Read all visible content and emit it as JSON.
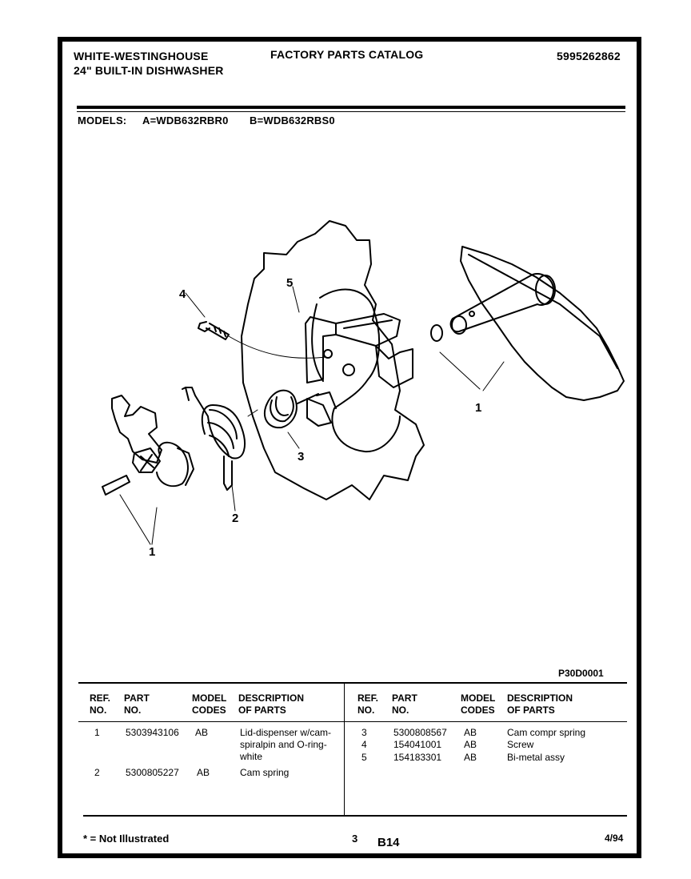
{
  "header": {
    "brand": "WHITE-WESTINGHOUSE",
    "product": "24\" BUILT-IN DISHWASHER",
    "catalog_title": "FACTORY PARTS CATALOG",
    "catalog_number": "5995262862"
  },
  "models": {
    "label": "MODELS:",
    "model_a": "A=WDB632RBR0",
    "model_b": "B=WDB632RBS0"
  },
  "diagram": {
    "callouts": [
      "5",
      "4",
      "1",
      "3",
      "2",
      "1"
    ],
    "figure_code": "P30D0001"
  },
  "table": {
    "headers": {
      "ref": "REF.\nNO.",
      "part": "PART\nNO.",
      "model": "MODEL\nCODES",
      "desc": "DESCRIPTION\nOF PARTS"
    },
    "left_rows": [
      {
        "ref": "1",
        "part": "5303943106",
        "codes": "AB",
        "desc": "Lid-dispenser w/cam-spiralpin and O-ring-white"
      },
      {
        "ref": "2",
        "part": "5300805227",
        "codes": "AB",
        "desc": "Cam spring"
      }
    ],
    "right_rows": [
      {
        "ref": "3",
        "part": "5300808567",
        "codes": "AB",
        "desc": "Cam compr spring"
      },
      {
        "ref": "4",
        "part": "154041001",
        "codes": "AB",
        "desc": "Screw"
      },
      {
        "ref": "5",
        "part": "154183301",
        "codes": "AB",
        "desc": "Bi-metal assy"
      }
    ]
  },
  "footer": {
    "note": "* = Not Illustrated",
    "page": "3",
    "section": "B14",
    "date": "4/94"
  }
}
